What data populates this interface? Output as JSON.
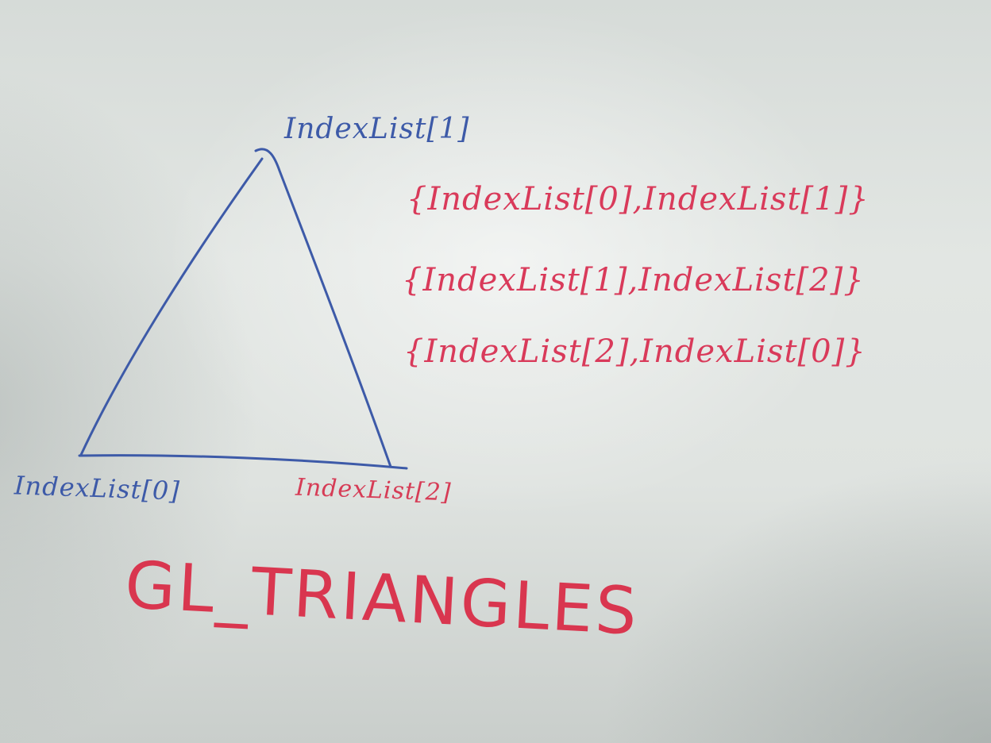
{
  "vertices": {
    "top": "IndexList[1]",
    "bottom_left": "IndexList[0]",
    "bottom_right": "IndexList[2]"
  },
  "edge_pairs": [
    "{IndexList[0],IndexList[1]}",
    "{IndexList[1],IndexList[2]}",
    "{IndexList[2],IndexList[0]}"
  ],
  "title": "GL_TRIANGLES",
  "colors": {
    "triangle_ink": "#3d5aa8",
    "vertex_label_ink": "#3d5aa8",
    "pair_ink": "#d93a5a",
    "title_ink": "#d9364f",
    "board": "#dfe3e0"
  }
}
